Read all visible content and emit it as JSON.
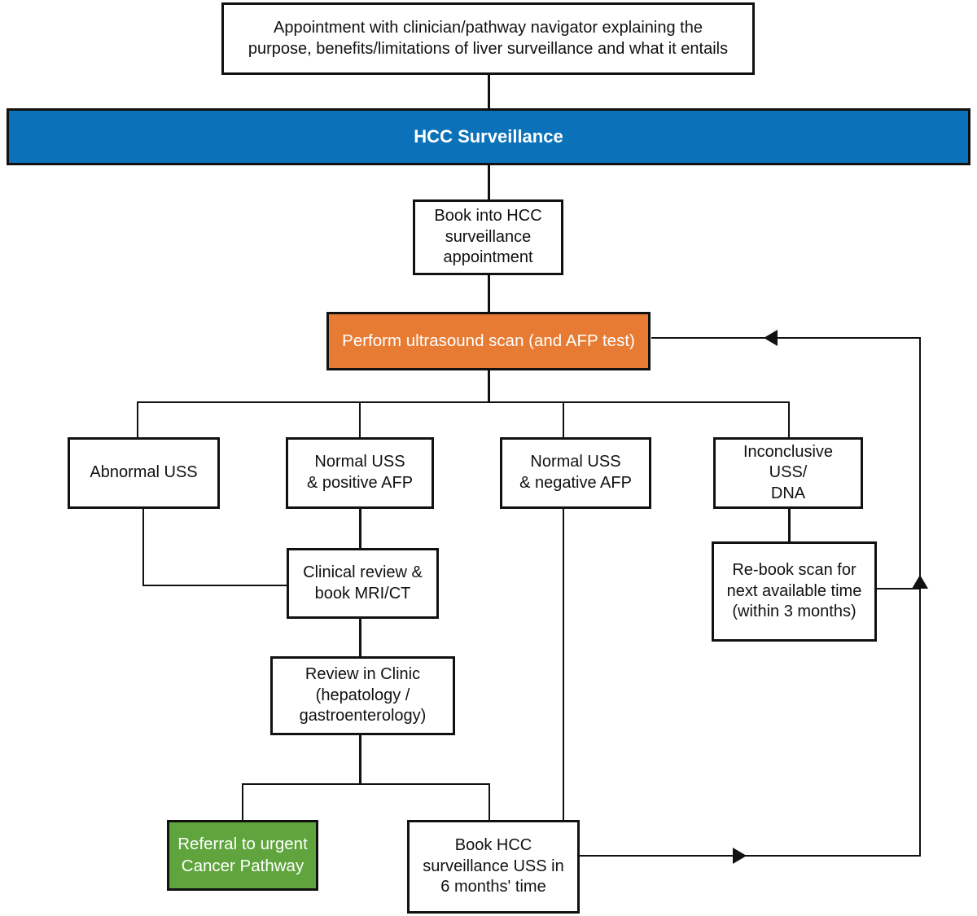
{
  "diagram": {
    "title": "HCC Surveillance pathway flowchart",
    "colors": {
      "banner_blue": "#0b72ba",
      "action_orange": "#e87b33",
      "urgent_green": "#5fa43c",
      "line_black": "#111111",
      "node_fill": "#ffffff"
    }
  },
  "nodes": {
    "appointment": {
      "line1": "Appointment with clinician/pathway navigator explaining the",
      "line2": "purpose, benefits/limitations of liver surveillance and what it entails"
    },
    "banner": {
      "label": "HCC Surveillance"
    },
    "book_into": {
      "line1": "Book into HCC",
      "line2": "surveillance",
      "line3": "appointment"
    },
    "perform_uss": {
      "label": "Perform ultrasound scan (and AFP test)"
    },
    "abnormal_uss": {
      "label": "Abnormal USS"
    },
    "normal_positive": {
      "line1": "Normal USS",
      "line2": "& positive AFP"
    },
    "normal_negative": {
      "line1": "Normal USS",
      "line2": "& negative AFP"
    },
    "inconclusive": {
      "line1": "Inconclusive USS/",
      "line2": "DNA"
    },
    "clinical_review": {
      "line1": "Clinical review &",
      "line2": "book MRI/CT"
    },
    "rebook_scan": {
      "line1": "Re-book scan for",
      "line2": "next available time",
      "line3": "(within 3 months)"
    },
    "review_clinic": {
      "line1": "Review in Clinic",
      "line2": "(hepatology /",
      "line3": "gastroenterology)"
    },
    "referral_cancer": {
      "line1": "Referral to urgent",
      "line2": "Cancer Pathway"
    },
    "book_six_months": {
      "line1": "Book HCC",
      "line2": "surveillance USS in",
      "line3": "6 months' time"
    }
  },
  "chart_data": {
    "type": "flowchart",
    "title": "HCC Surveillance pathway",
    "nodes": [
      {
        "id": "appointment",
        "label": "Appointment with clinician/pathway navigator explaining the purpose, benefits/limitations of liver surveillance and what it entails",
        "style": "plain"
      },
      {
        "id": "banner",
        "label": "HCC Surveillance",
        "style": "blue-banner"
      },
      {
        "id": "book_into",
        "label": "Book into HCC surveillance appointment",
        "style": "plain"
      },
      {
        "id": "perform_uss",
        "label": "Perform ultrasound scan (and AFP test)",
        "style": "orange"
      },
      {
        "id": "abnormal_uss",
        "label": "Abnormal USS",
        "style": "plain"
      },
      {
        "id": "normal_positive",
        "label": "Normal USS & positive AFP",
        "style": "plain"
      },
      {
        "id": "normal_negative",
        "label": "Normal USS & negative AFP",
        "style": "plain"
      },
      {
        "id": "inconclusive",
        "label": "Inconclusive USS/ DNA",
        "style": "plain"
      },
      {
        "id": "clinical_review",
        "label": "Clinical review & book MRI/CT",
        "style": "plain"
      },
      {
        "id": "rebook_scan",
        "label": "Re-book scan for next available time (within 3 months)",
        "style": "plain"
      },
      {
        "id": "review_clinic",
        "label": "Review in Clinic (hepatology / gastroenterology)",
        "style": "plain"
      },
      {
        "id": "referral_cancer",
        "label": "Referral to urgent Cancer Pathway",
        "style": "green"
      },
      {
        "id": "book_six_months",
        "label": "Book HCC surveillance USS in 6 months' time",
        "style": "plain"
      }
    ],
    "edges": [
      {
        "from": "appointment",
        "to": "banner",
        "arrow": false
      },
      {
        "from": "banner",
        "to": "book_into",
        "arrow": false
      },
      {
        "from": "book_into",
        "to": "perform_uss",
        "arrow": false
      },
      {
        "from": "perform_uss",
        "to": "abnormal_uss",
        "arrow": false
      },
      {
        "from": "perform_uss",
        "to": "normal_positive",
        "arrow": false
      },
      {
        "from": "perform_uss",
        "to": "normal_negative",
        "arrow": false
      },
      {
        "from": "perform_uss",
        "to": "inconclusive",
        "arrow": false
      },
      {
        "from": "abnormal_uss",
        "to": "clinical_review",
        "arrow": false
      },
      {
        "from": "normal_positive",
        "to": "clinical_review",
        "arrow": false
      },
      {
        "from": "inconclusive",
        "to": "rebook_scan",
        "arrow": false
      },
      {
        "from": "clinical_review",
        "to": "review_clinic",
        "arrow": false
      },
      {
        "from": "review_clinic",
        "to": "referral_cancer",
        "arrow": false
      },
      {
        "from": "review_clinic",
        "to": "book_six_months",
        "arrow": false
      },
      {
        "from": "normal_negative",
        "to": "book_six_months",
        "arrow": false
      },
      {
        "from": "book_six_months",
        "to": "perform_uss",
        "arrow": true,
        "note": "loop back right side"
      },
      {
        "from": "rebook_scan",
        "to": "perform_uss",
        "arrow": true,
        "note": "loop back right side"
      }
    ]
  }
}
